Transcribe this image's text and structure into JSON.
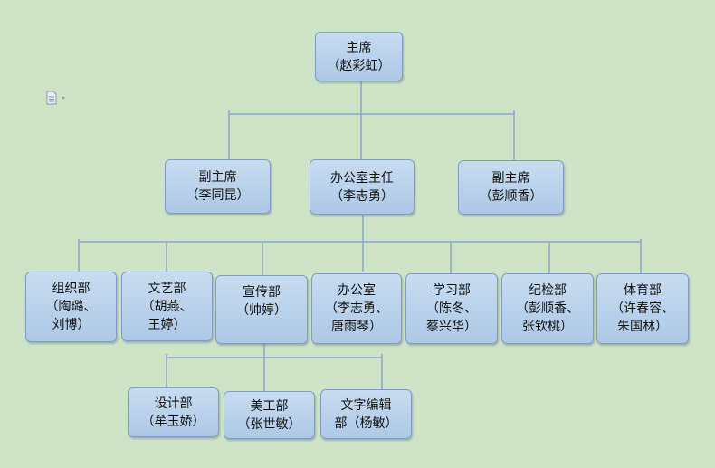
{
  "colors": {
    "background": "#cfe4c7",
    "box_fill": "#b9d1ec",
    "box_border": "#7f9dc2",
    "line": "#8aa6c8"
  },
  "icon": "document-dropdown-icon",
  "nodes": {
    "chairman": {
      "lines": [
        "主席",
        "（赵彩虹）"
      ]
    },
    "vice1": {
      "lines": [
        "副主席",
        "（李同昆）"
      ]
    },
    "office_director": {
      "lines": [
        "办公室主任",
        "（李志勇）"
      ]
    },
    "vice2": {
      "lines": [
        "副主席",
        "（彭顺香）"
      ]
    },
    "org_dept": {
      "lines": [
        "组织部",
        "（陶璐、",
        "刘博）"
      ]
    },
    "arts_dept": {
      "lines": [
        "文艺部",
        "（胡燕、",
        "王婷）"
      ]
    },
    "publicity_dept": {
      "lines": [
        "宣传部",
        "（帅婷）"
      ]
    },
    "office": {
      "lines": [
        "办公室",
        "（李志勇、",
        "唐雨琴）"
      ]
    },
    "study_dept": {
      "lines": [
        "学习部",
        "（陈冬、",
        "蔡兴华）"
      ]
    },
    "discipline_dept": {
      "lines": [
        "纪检部",
        "（彭顺香、",
        "张钦桃）"
      ]
    },
    "sports_dept": {
      "lines": [
        "体育部",
        "（许春容、",
        "朱国林）"
      ]
    },
    "design_dept": {
      "lines": [
        "设计部",
        "（牟玉娇）"
      ]
    },
    "art_dept": {
      "lines": [
        "美工部",
        "（张世敏）"
      ]
    },
    "text_edit_dept": {
      "lines": [
        "文字编辑",
        "部（杨敏）"
      ]
    }
  }
}
